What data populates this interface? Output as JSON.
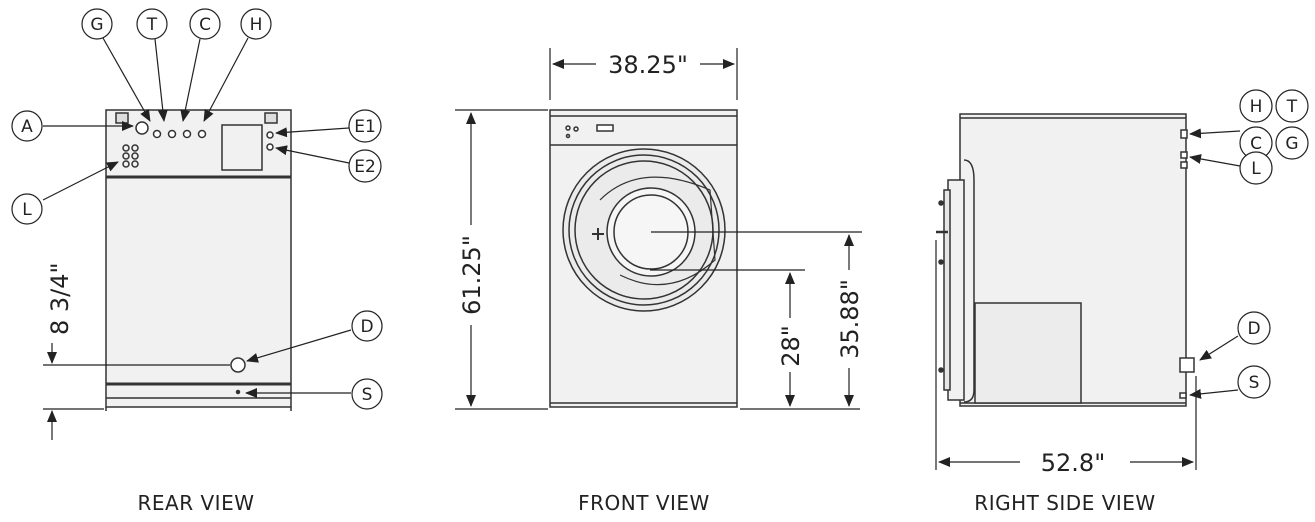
{
  "views": {
    "rear": {
      "caption": "REAR VIEW",
      "dimension": "8 3/4\"",
      "callouts": {
        "G": "G",
        "T": "T",
        "C": "C",
        "H": "H",
        "A": "A",
        "E1": "E1",
        "E2": "E2",
        "L": "L",
        "D": "D",
        "S": "S"
      }
    },
    "front": {
      "caption": "FRONT VIEW",
      "width": "38.25\"",
      "height": "61.25\"",
      "door_low": "28\"",
      "door_center": "35.88\""
    },
    "side": {
      "caption": "RIGHT SIDE VIEW",
      "depth": "52.8\"",
      "callouts": {
        "H": "H",
        "T": "T",
        "C": "C",
        "G": "G",
        "L": "L",
        "D": "D",
        "S": "S"
      }
    }
  }
}
